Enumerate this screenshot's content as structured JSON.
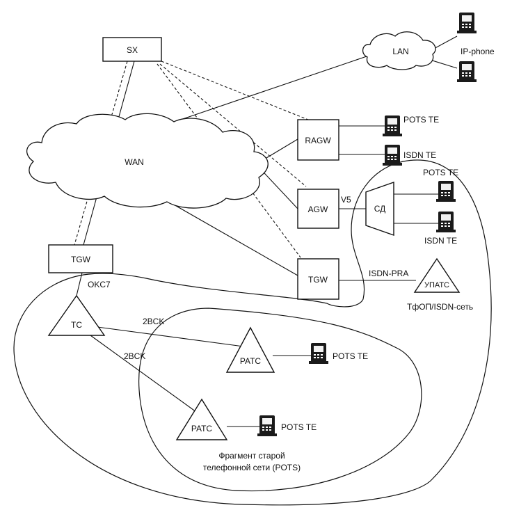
{
  "nodes": {
    "sx": "SX",
    "lan": "LAN",
    "wan": "WAN",
    "ragw": "RAGW",
    "agw": "AGW",
    "tgw_core": "TGW",
    "tgw_left": "TGW",
    "sd": "СД",
    "upats": "УПАТС",
    "tc": "TC",
    "pats_upper": "PATC",
    "pats_lower": "PATC"
  },
  "terminals": {
    "ip_phone": "IP-phone",
    "ragw_pots": "POTS TE",
    "ragw_isdn": "ISDN TE",
    "sd_pots": "POTS TE",
    "sd_isdn": "ISDN TE",
    "pats_upper_pots": "POTS TE",
    "pats_lower_pots": "POTS TE"
  },
  "links": {
    "v5": "V5",
    "isdn_pra": "ISDN-PRA",
    "okc7": "OKC7",
    "bck_upper": "2BCK",
    "bck_lower": "2BCK"
  },
  "regions": {
    "pstn": "ТфОП/ISDN-сеть",
    "old_line1": "Фрагмент  старой",
    "old_line2": "телефонной сети (POTS)"
  },
  "icons": [
    "telephone-icon"
  ]
}
